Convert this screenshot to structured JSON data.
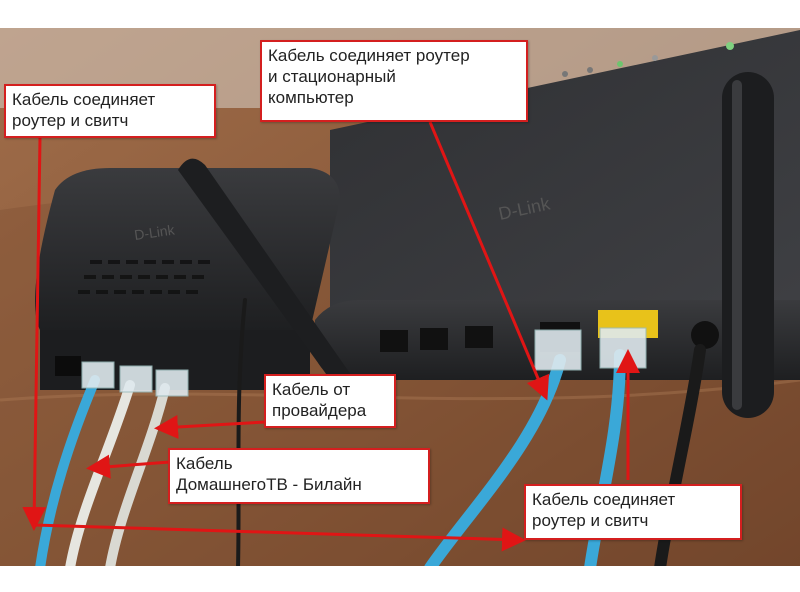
{
  "callouts": {
    "switch_top": {
      "lines": [
        "Кабель соединяет",
        "роутер и свитч"
      ]
    },
    "computer": {
      "lines": [
        "Кабель соединяет роутер",
        "и стационарный",
        "компьютер"
      ]
    },
    "provider": {
      "lines": [
        "Кабель от",
        "провайдера"
      ]
    },
    "tv": {
      "lines": [
        "Кабель",
        "ДомашнегоТВ - Билайн"
      ]
    },
    "switch_bottom": {
      "lines": [
        "Кабель соединяет",
        "роутер и свитч"
      ]
    }
  },
  "colors": {
    "callout_border": "#d41f1f",
    "arrow": "#e01515",
    "table_wood": "#8a5a3a",
    "device_body": "#2a2b2d",
    "cable_blue": "#3aa8d8",
    "cable_white": "#e6e6e0",
    "cable_black": "#1a1a1a",
    "port_yellow": "#e8c21a"
  },
  "icons": [
    "antenna-icon",
    "ethernet-port-icon",
    "power-led-icon"
  ]
}
